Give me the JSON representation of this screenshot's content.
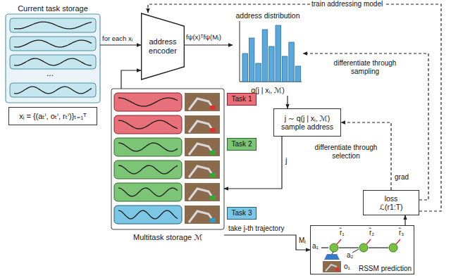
{
  "diagram": {
    "nodes": [
      {
        "text": [
          "Current task storage"
        ]
      },
      {
        "text": [
          "xᵢ = {(aₜⁱ, oₜⁱ, rₜⁱ)}ₜ₌₁ᵀ"
        ]
      },
      {
        "text": [
          "address encoder"
        ]
      },
      {
        "text": [
          "address distribution",
          "q(j | xᵢ, ℳ)"
        ]
      },
      {
        "text": [
          "j ∼ q(j | xᵢ, ℳ)",
          "sample address"
        ]
      },
      {
        "text": [
          "Multitask storage ℳ"
        ]
      },
      {
        "text": [
          "Task 1"
        ]
      },
      {
        "text": [
          "Task 2"
        ]
      },
      {
        "text": [
          "Task 3"
        ]
      },
      {
        "text": [
          "RSSM prediction"
        ]
      },
      {
        "text": [
          "loss",
          "ℒ(r1:T)"
        ]
      }
    ],
    "edges": [
      {
        "from": 0,
        "to": 2,
        "label": "for each xᵢ",
        "arrow": "to"
      },
      {
        "from": 5,
        "to": 2,
        "arrow": "to"
      },
      {
        "from": 2,
        "to": 3,
        "label": "fψ(x)ᵀfψ(Mⱼ)",
        "arrow": "to"
      },
      {
        "from": 3,
        "to": 4,
        "arrow": "to"
      },
      {
        "from": 4,
        "to": 5,
        "label": "j",
        "arrow": "to"
      },
      {
        "from": 5,
        "to": 9,
        "label": "take j-th trajectory",
        "arrow": "to"
      },
      {
        "from": 9,
        "to": 10,
        "arrow": "to"
      },
      {
        "from": 10,
        "to": 4,
        "label": "differentiate through selection",
        "arrow": "to"
      },
      {
        "from": 10,
        "to": 3,
        "label": "differentiate through sampling",
        "arrow": "to"
      },
      {
        "from": 10,
        "to": 2,
        "label": "train addressing model",
        "arrow": "to"
      }
    ],
    "labels": [
      "...",
      "Mⱼ",
      "grad",
      "a₁",
      "r̂₁",
      "a₂",
      "r̂₂",
      "r̂₃",
      "o₁"
    ]
  }
}
